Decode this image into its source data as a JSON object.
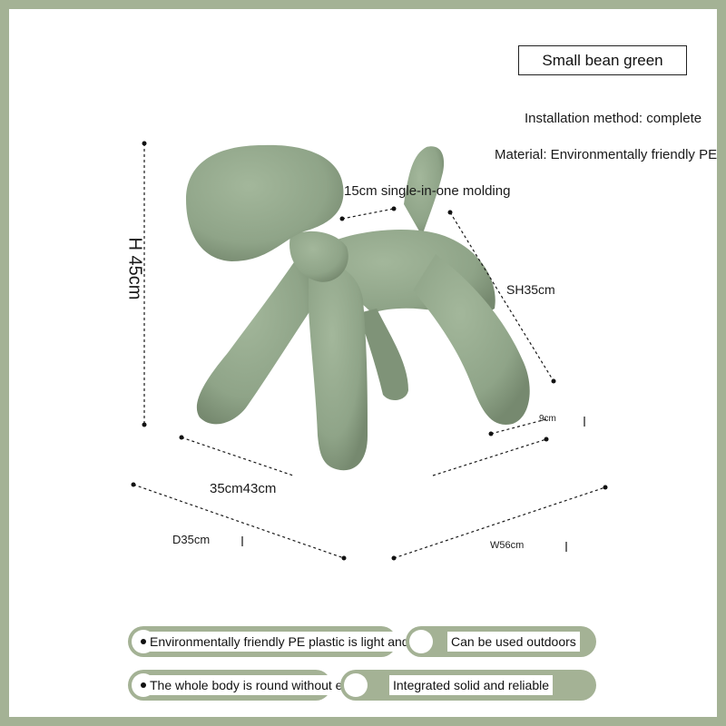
{
  "color_tag": {
    "label": "Small bean green"
  },
  "specs": {
    "installation": "Installation method: complete",
    "material": "Material: Environmentally friendly PE"
  },
  "dimensions": {
    "height": "H 45cm",
    "molding": "15cm single-in-one molding",
    "seat_height": "SH35cm",
    "small": "9cm",
    "leg_span": "35cm43cm",
    "depth": "D35cm",
    "width": "W56cm"
  },
  "features": [
    {
      "label": "Environmentally friendly PE plastic is light and safe"
    },
    {
      "label": "Can be used outdoors"
    },
    {
      "label": "The whole body is round without edges"
    },
    {
      "label": "Integrated solid and reliable"
    }
  ],
  "colors": {
    "border": "#a4b295",
    "product": "#8fa488",
    "product_shade": "#7b8f74"
  }
}
